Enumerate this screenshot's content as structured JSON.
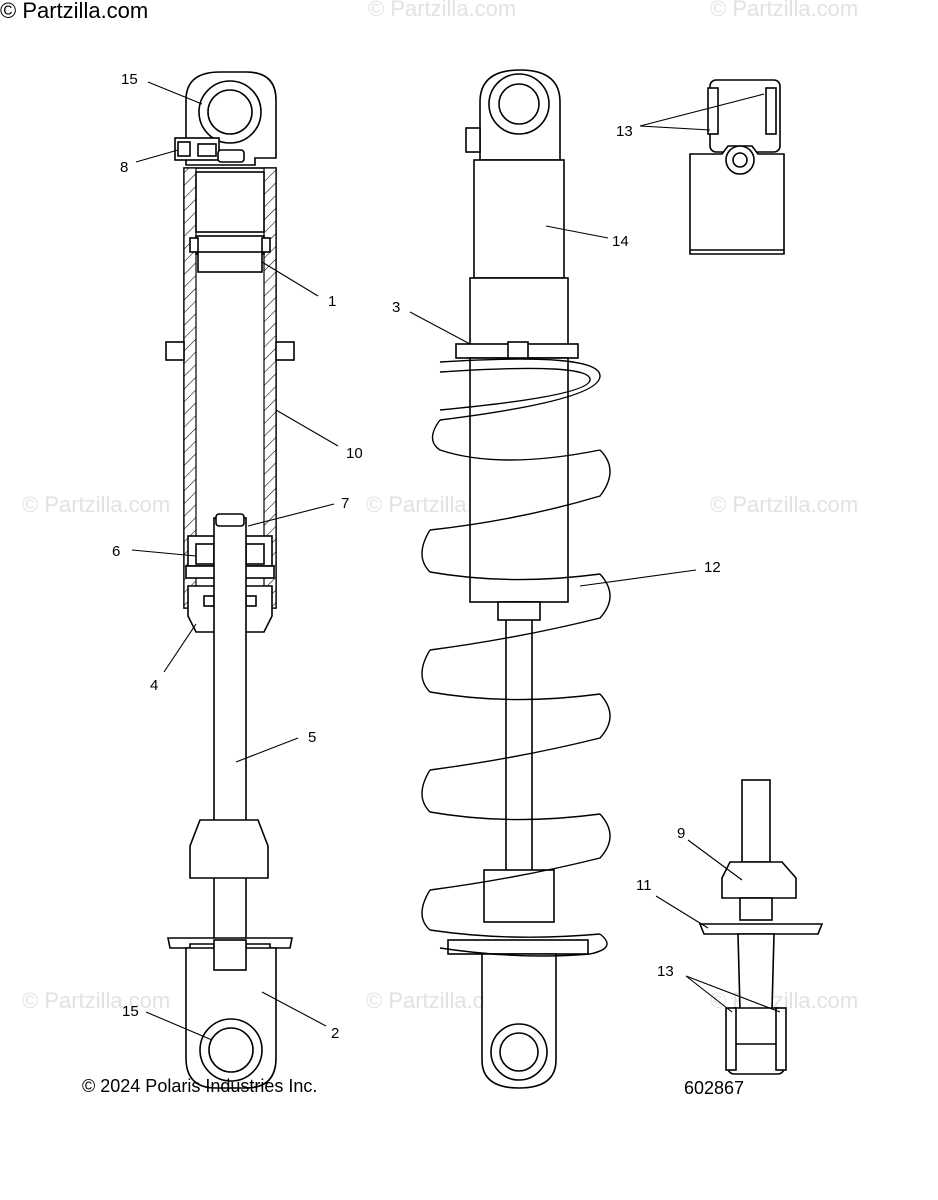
{
  "watermarks": {
    "corner": "© Partzilla.com",
    "text": "© Partzilla.com"
  },
  "callouts": {
    "c1": "1",
    "c2": "2",
    "c3": "3",
    "c4": "4",
    "c5": "5",
    "c6": "6",
    "c7": "7",
    "c8": "8",
    "c9": "9",
    "c10": "10",
    "c11": "11",
    "c12": "12",
    "c13a": "13",
    "c13b": "13",
    "c14": "14",
    "c15a": "15",
    "c15b": "15"
  },
  "footer": {
    "copyright": "© 2024 Polaris Industries Inc.",
    "diagram_number": "602867"
  }
}
